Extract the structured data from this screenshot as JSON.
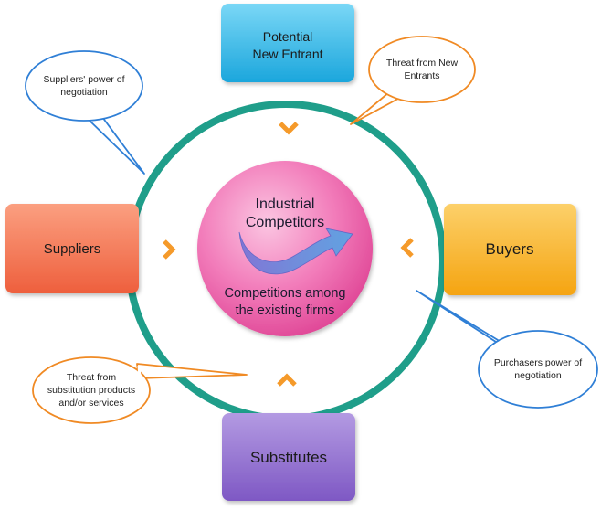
{
  "diagram": {
    "center": {
      "title_line1": "Industrial",
      "title_line2": "Competitors",
      "subtitle_line1": "Competitions among",
      "subtitle_line2": "the existing firms"
    },
    "boxes": {
      "top": {
        "line1": "Potential",
        "line2": "New Entrant"
      },
      "left": {
        "label": "Suppliers"
      },
      "right": {
        "label": "Buyers"
      },
      "bottom": {
        "label": "Substitutes"
      }
    },
    "callouts": {
      "suppliers_power": {
        "line1": "Suppliers' power of",
        "line2": "negotiation"
      },
      "threat_new_entrants": {
        "line1": "Threat from New",
        "line2": "Entrants"
      },
      "purchasers_power": {
        "line1": "Purchasers power of",
        "line2": "negotiation"
      },
      "threat_substitution": {
        "line1": "Threat from",
        "line2": "substitution products",
        "line3": "and/or services"
      }
    }
  },
  "colors": {
    "ring": "#1f9e8a",
    "box_top": "#35b9e8",
    "box_left": "#f47c5c",
    "box_right": "#f8b324",
    "box_bottom": "#8f6fce",
    "center_circle": "#e9509f",
    "chevron": "#f59a2a",
    "callout_blue": "#2f7fd6",
    "callout_orange": "#f08a24"
  }
}
